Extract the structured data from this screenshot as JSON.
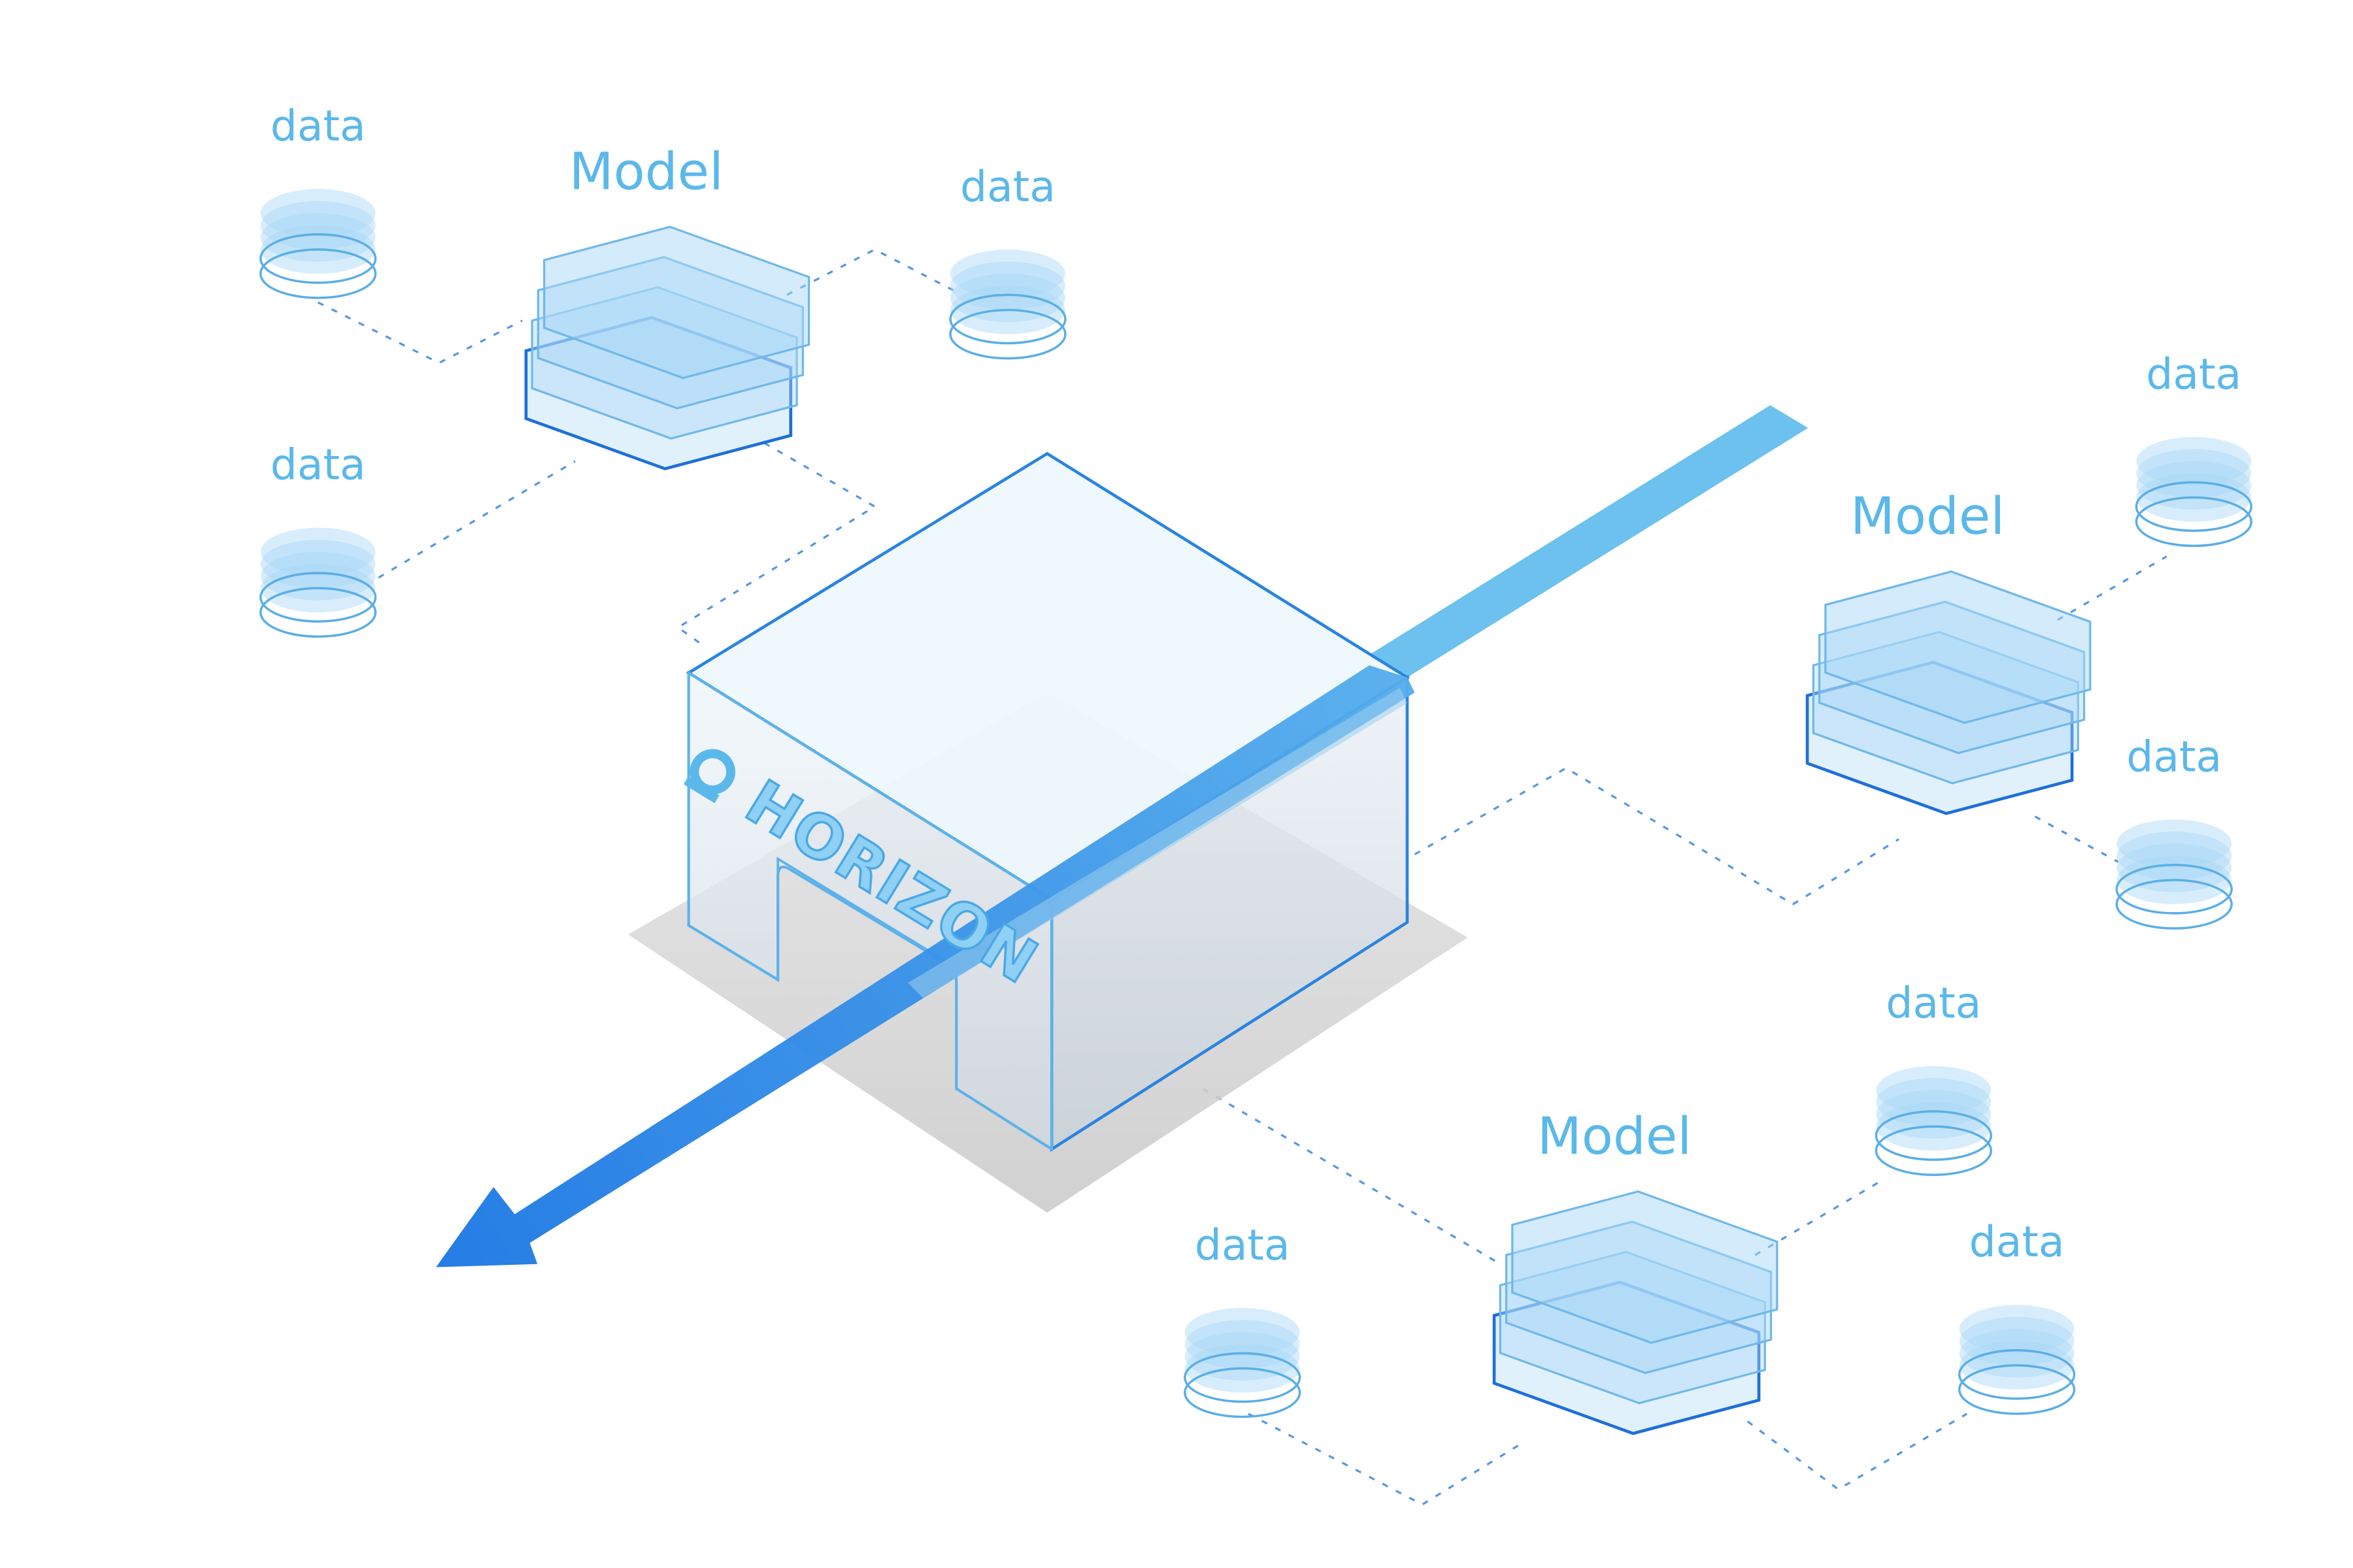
{
  "brand": {
    "name": "HORIZON"
  },
  "labels": {
    "model": "Model",
    "data": "data"
  },
  "clusters": [
    {
      "id": "top-left",
      "model_label": "Model",
      "data_labels": [
        "data",
        "data",
        "data"
      ]
    },
    {
      "id": "right",
      "model_label": "Model",
      "data_labels": [
        "data",
        "data"
      ]
    },
    {
      "id": "bottom",
      "model_label": "Model",
      "data_labels": [
        "data",
        "data",
        "data"
      ]
    }
  ],
  "colors": {
    "label": "#5bb8ea",
    "stroke": "#1e6fd9",
    "fill": "#a9d8f7",
    "arrow_light": "#6cc1ef",
    "arrow_dark": "#1a76e3",
    "shadow": "#d6d6d6",
    "dashed": "#3a86d8"
  }
}
